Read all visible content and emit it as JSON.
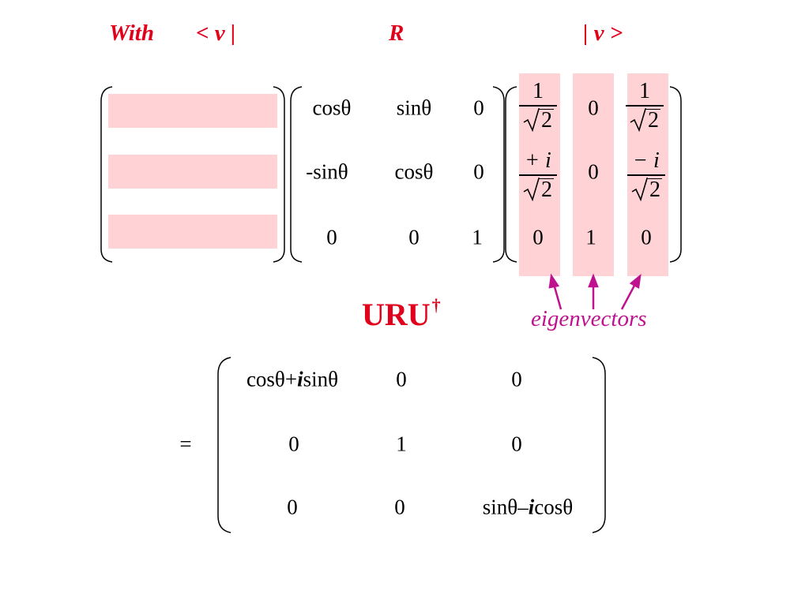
{
  "header": {
    "with_label": "With",
    "bra_label": "< v |",
    "r_label": "R",
    "ket_label": "| v >"
  },
  "rotation_matrix": {
    "r1": [
      "cosθ",
      "sinθ",
      "0"
    ],
    "r2": [
      "-sinθ",
      "cosθ",
      "0"
    ],
    "r3": [
      "0",
      "0",
      "1"
    ]
  },
  "eigenvectors": {
    "v1": {
      "a_num": "1",
      "a_rad": "2",
      "b_num": "+ i",
      "b_rad": "2",
      "c": "0"
    },
    "v2": {
      "a": "0",
      "b": "0",
      "c": "1"
    },
    "v3": {
      "a_num": "1",
      "a_rad": "2",
      "b_num": "− i",
      "b_rad": "2",
      "c": "0"
    }
  },
  "uru": {
    "label": "URU",
    "dagger": "†"
  },
  "eigen_caption": "eigenvectors",
  "result": {
    "equals": "=",
    "r1c1_a": "cosθ+",
    "r1c1_i": "i",
    "r1c1_b": "sinθ",
    "r1c2": "0",
    "r1c3": "0",
    "r2": [
      "0",
      "1",
      "0"
    ],
    "r3c1": "0",
    "r3c2": "0",
    "r3c3_a": "sinθ–",
    "r3c3_i": "i",
    "r3c3_b": "cosθ"
  },
  "colors": {
    "header_red": "#e0001b",
    "highlight_pink": "#ffd3d6",
    "arrow_magenta": "#c0128f"
  }
}
